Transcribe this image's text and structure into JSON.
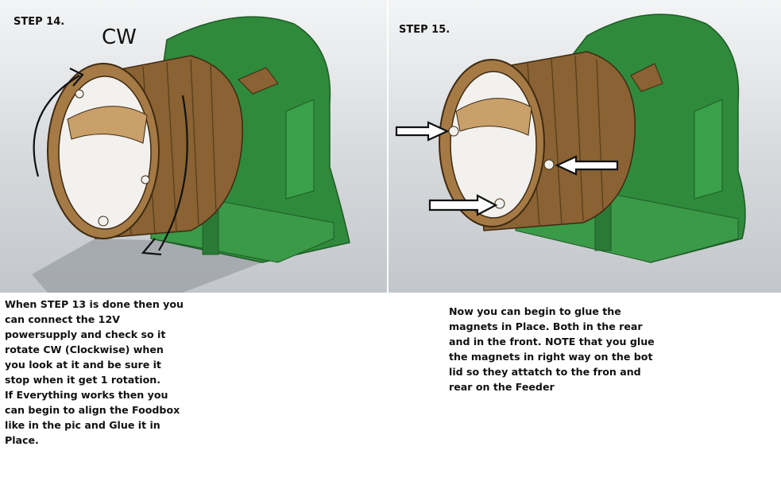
{
  "step14": {
    "label": "STEP 14.",
    "annotation": "CW",
    "instructions": "When STEP 13 is done then you\ncan connect the 12V\npowersupply and check so it\nrotate CW (Clockwise) when\nyou look at it and be sure it\nstop when it get 1 rotation.\nIf Everything works then you\ncan begin to align the Foodbox\nlike in the pic and Glue it in\nPlace."
  },
  "step15": {
    "label": "STEP 15.",
    "instructions": "Now you can begin to glue the\nmagnets in Place. Both in the rear\nand in the front. NOTE that you glue\nthe magnets in right way on the bot\nlid so they attatch to the fron and\nrear on the Feeder"
  },
  "colors": {
    "housing_green": "#2f8a3c",
    "drum_brown": "#8a6233",
    "arrow_black": "#111111"
  }
}
